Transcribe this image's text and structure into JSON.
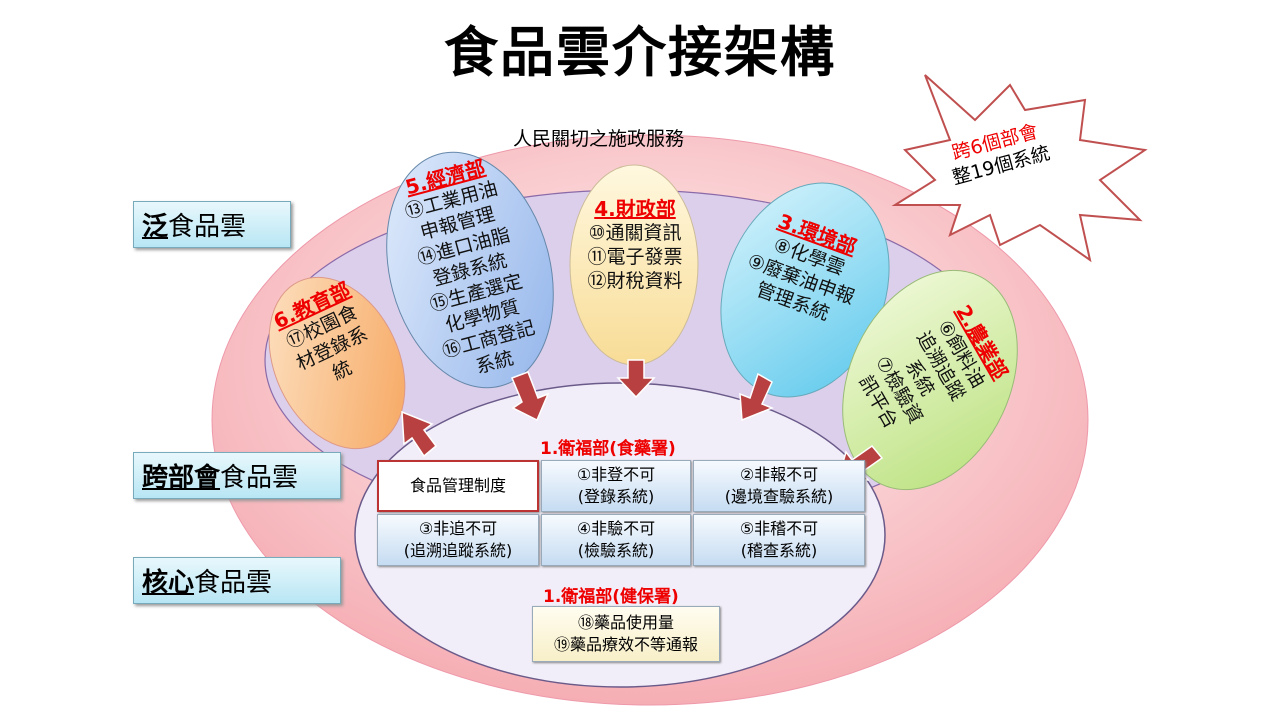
{
  "title": "食品雲介接架構",
  "outer_label": "人民關切之施政服務",
  "burst": {
    "line1": "跨6個部會",
    "line2": "整19個系統"
  },
  "levels": [
    {
      "strong": "泛",
      "rest": "食品雲"
    },
    {
      "strong": "跨部會",
      "rest": "食品雲"
    },
    {
      "strong": "核心",
      "rest": "食品雲"
    }
  ],
  "depts": {
    "education": {
      "name": "6.教育部",
      "lines": [
        "⑰校園食",
        "材登錄系",
        "統"
      ]
    },
    "economy": {
      "name": "5.經濟部",
      "lines": [
        "⑬工業用油",
        "申報管理",
        "⑭進口油脂",
        "登錄系統",
        "⑮生產選定",
        "化學物質",
        "⑯工商登記",
        "系統"
      ]
    },
    "finance": {
      "name": "4.財政部",
      "lines": [
        "⑩通關資訊",
        "⑪電子發票",
        "⑫財稅資料"
      ]
    },
    "environment": {
      "name": "3.環境部",
      "lines": [
        "⑧化學雲",
        "⑨廢棄油申報",
        "管理系統"
      ]
    },
    "agriculture": {
      "name": "2.農業部",
      "lines": [
        "⑥飼料油",
        "追溯追蹤",
        "系統",
        "⑦檢驗資",
        "訊平台"
      ]
    }
  },
  "fda": {
    "name": "1.衛福部(食藥署)",
    "cells": [
      {
        "l1": "食品管理制度",
        "l2": ""
      },
      {
        "l1": "①非登不可",
        "l2": "(登錄系統)"
      },
      {
        "l1": "②非報不可",
        "l2": "(邊境查驗系統)"
      },
      {
        "l1": "③非追不可",
        "l2": "(追溯追蹤系統)"
      },
      {
        "l1": "④非驗不可",
        "l2": "(檢驗系統)"
      },
      {
        "l1": "⑤非稽不可",
        "l2": "(稽查系統)"
      }
    ]
  },
  "nhi": {
    "name": "1.衛福部(健保署)",
    "lines": [
      "⑱藥品使用量",
      "⑲藥品療效不等通報"
    ]
  },
  "colors": {
    "outer": "#f9c8cc",
    "middle": "#ddd0ec",
    "inner": "#f1ecf8",
    "red": "#e00000",
    "arrow": "#b84040"
  }
}
